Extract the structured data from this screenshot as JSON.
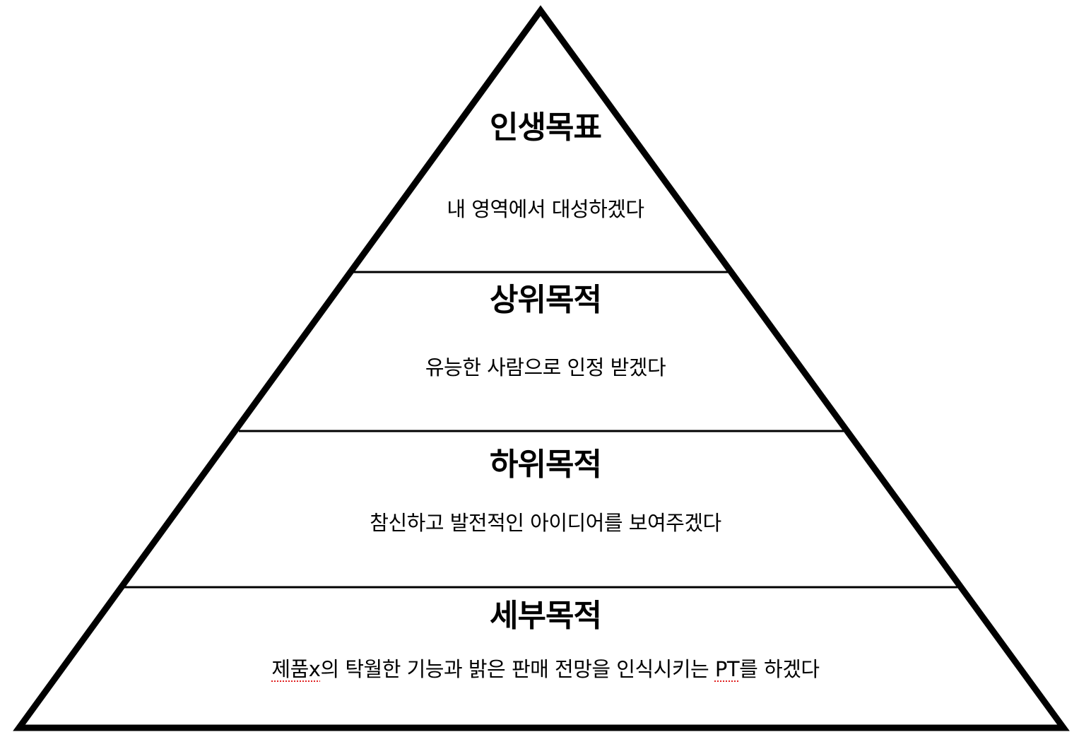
{
  "diagram": {
    "type": "pyramid",
    "line_color": "#000000",
    "spellcheck_underline_color": "#e02020",
    "levels": [
      {
        "title": "인생목표",
        "description": "내 영역에서 대성하겠다"
      },
      {
        "title": "상위목적",
        "description": "유능한 사람으로 인정 받겠다"
      },
      {
        "title": "하위목적",
        "description": "참신하고 발전적인 아이디어를 보여주겠다"
      },
      {
        "title": "세부목적",
        "description_parts": [
          "제품x",
          "의 탁월한 기능과 밝은 판매 전망을 인식시키는 ",
          "PT",
          "를 하겠다"
        ]
      }
    ]
  }
}
